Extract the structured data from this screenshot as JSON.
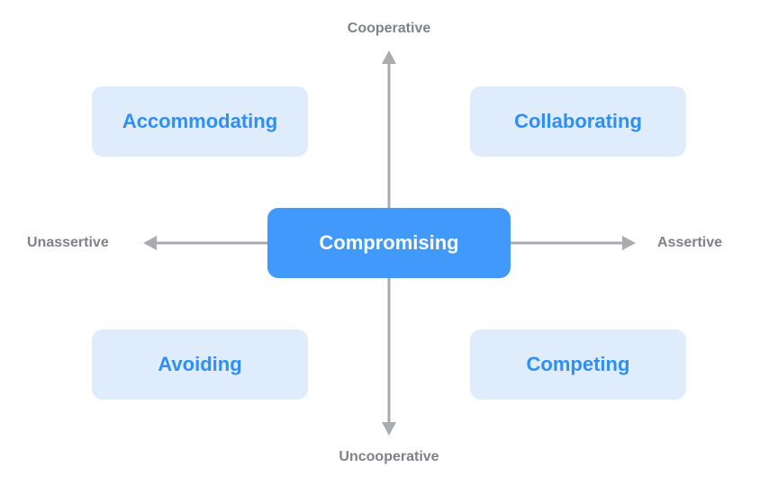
{
  "axes": {
    "top": "Cooperative",
    "bottom": "Uncooperative",
    "left": "Unassertive",
    "right": "Assertive"
  },
  "quadrants": {
    "top_left": "Accommodating",
    "top_right": "Collaborating",
    "bottom_left": "Avoiding",
    "bottom_right": "Competing"
  },
  "center": "Compromising",
  "colors": {
    "axis": "#a9abae",
    "axis_label": "#7f8288",
    "quadrant_bg": "#dfecfb",
    "quadrant_text": "#2f8ff7",
    "center_bg": "#4199fb",
    "center_text": "#ffffff"
  }
}
